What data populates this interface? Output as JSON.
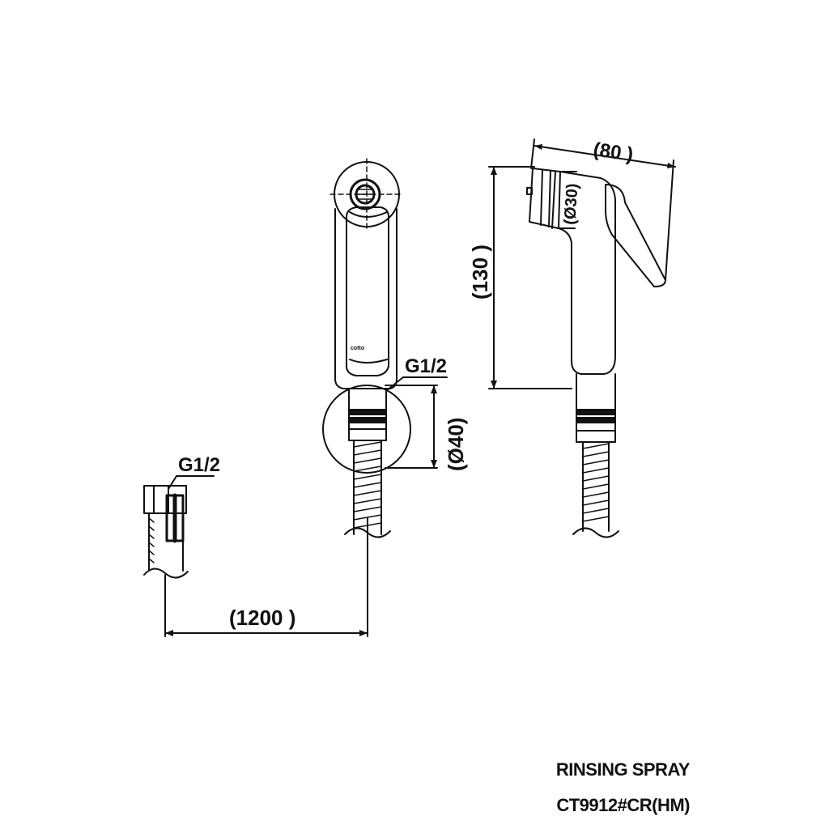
{
  "labels": {
    "length": "(1200 )",
    "thread_hose": "G1/2",
    "thread_holder": "G1/2",
    "holder_diameter": "(Ø40)",
    "height": "(130 )",
    "width": "(80 )",
    "head_diameter": "(Ø30)",
    "logo": "cotto"
  },
  "title": {
    "line1": "RINSING SPRAY",
    "line2": "CT9912#CR(HM)"
  }
}
